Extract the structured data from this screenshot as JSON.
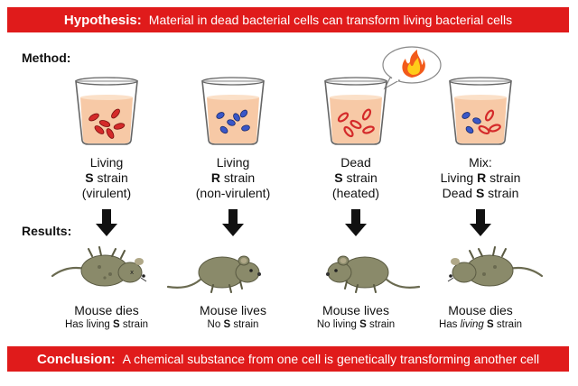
{
  "hypothesis": {
    "lead": "Hypothesis:",
    "text": "Material in dead bacterial cells can transform living bacterial cells"
  },
  "method_label": "Method:",
  "results_label": "Results:",
  "conclusion": {
    "lead": "Conclusion:",
    "text": "A chemical substance from one cell is genetically transforming another cell"
  },
  "experiments": [
    {
      "line1": "Living",
      "line2_bold": "S",
      "line2_rest": " strain",
      "line3": "(virulent)",
      "result_main": "Mouse dies",
      "result_pre": "Has living ",
      "result_bold": "S",
      "result_post": " strain"
    },
    {
      "line1": "Living",
      "line2_bold": "R",
      "line2_rest": " strain",
      "line3": "(non-virulent)",
      "result_main": "Mouse lives",
      "result_pre": "No ",
      "result_bold": "S",
      "result_post": " strain"
    },
    {
      "line1": "Dead",
      "line2_bold": "S",
      "line2_rest": " strain",
      "line3": "(heated)",
      "result_main": "Mouse lives",
      "result_pre": "No living ",
      "result_bold": "S",
      "result_post": " strain"
    },
    {
      "line1": "Mix:",
      "line2_pre": "Living ",
      "line2_bold": "R",
      "line2_rest": " strain",
      "line3_pre": "Dead ",
      "line3_bold": "S",
      "line3_rest": " strain",
      "result_main": "Mouse dies",
      "result_pre": "Has ",
      "result_italic": "living",
      "result_bold": "S",
      "result_post": " strain"
    }
  ],
  "colors": {
    "banner": "#e01b1b",
    "s_strain": "#d42a2a",
    "r_strain": "#3a57c8",
    "mouse": "#8a8a6a",
    "liquid": "#f7c9a6"
  }
}
